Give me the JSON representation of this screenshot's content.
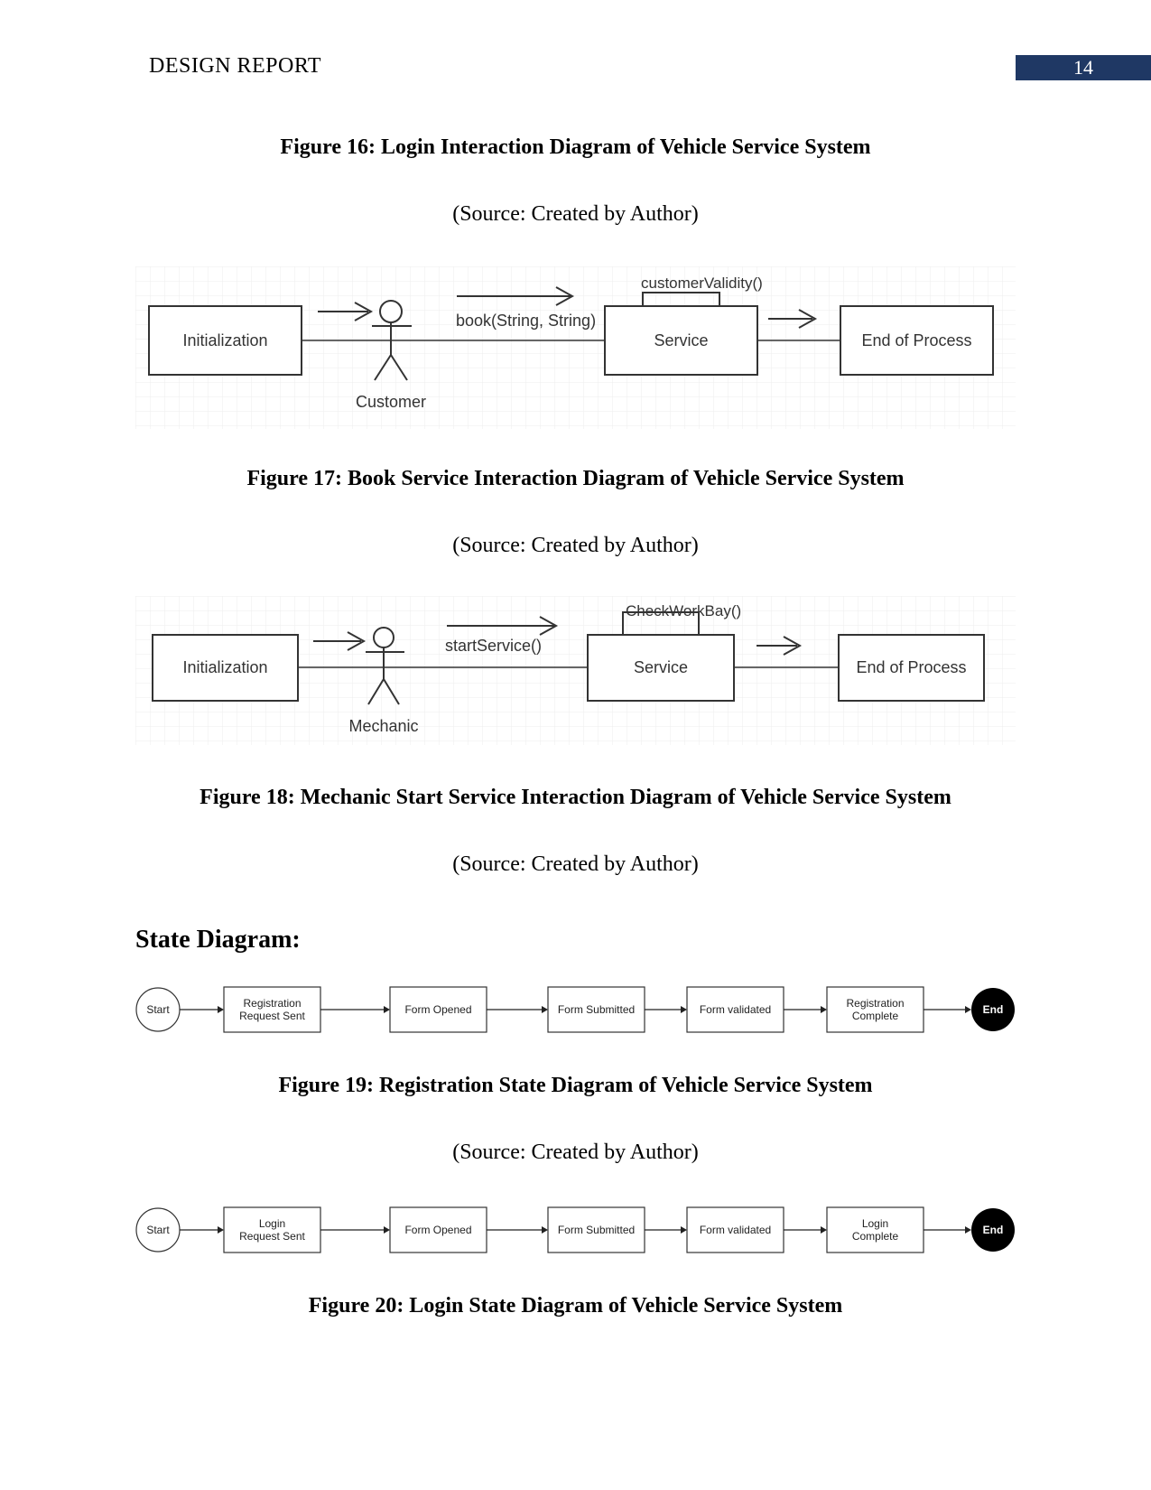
{
  "header": {
    "title": "DESIGN REPORT",
    "page_number": "14"
  },
  "source_label": "(Source: Created by Author)",
  "figures": {
    "fig16": {
      "caption": "Figure 16: Login Interaction Diagram of Vehicle Service System"
    },
    "fig17": {
      "caption": "Figure 17: Book Service Interaction Diagram of Vehicle Service System",
      "start_box": "Initialization",
      "actor": "Customer",
      "message": "book(String, String)",
      "self_call": "customerValidity()",
      "service_box": "Service",
      "end_box": "End of Process"
    },
    "fig18": {
      "caption": "Figure 18: Mechanic Start Service Interaction Diagram of Vehicle Service System",
      "start_box": "Initialization",
      "actor": "Mechanic",
      "message": "startService()",
      "self_call": "CheckWorkBay()",
      "service_box": "Service",
      "end_box": "End of Process"
    },
    "fig19": {
      "caption": "Figure 19: Registration State Diagram of Vehicle Service System",
      "start": "Start",
      "end": "End",
      "states": [
        [
          "Registration",
          "Request Sent"
        ],
        [
          "Form Opened"
        ],
        [
          "Form Submitted"
        ],
        [
          "Form validated"
        ],
        [
          "Registration",
          "Complete"
        ]
      ]
    },
    "fig20": {
      "caption": "Figure 20: Login State Diagram of Vehicle Service System",
      "start": "Start",
      "end": "End",
      "states": [
        [
          "Login",
          "Request Sent"
        ],
        [
          "Form Opened"
        ],
        [
          "Form Submitted"
        ],
        [
          "Form validated"
        ],
        [
          "Login",
          "Complete"
        ]
      ]
    }
  },
  "section": {
    "heading": "State Diagram:"
  }
}
